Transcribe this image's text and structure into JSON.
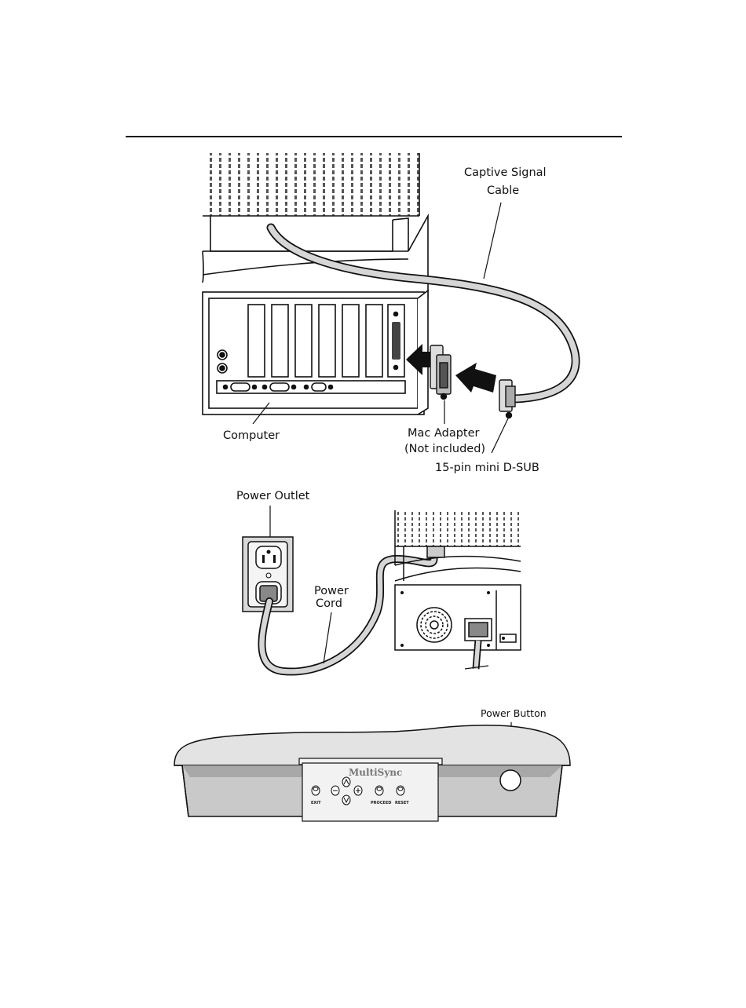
{
  "labels": {
    "captive_signal_cable_1": "Captive Signal",
    "captive_signal_cable_2": "Cable",
    "computer": "Computer",
    "mac_adapter_1": "Mac Adapter",
    "mac_adapter_2": "(Not included)",
    "dsub": "15-pin mini D-SUB",
    "power_outlet": "Power Outlet",
    "power_cord_1": "Power",
    "power_cord_2": "Cord",
    "power_button": "Power Button"
  },
  "front_panel": {
    "brand": "MultiSync",
    "exit": "EXIT",
    "proceed": "PROCEED",
    "reset": "RESET"
  }
}
